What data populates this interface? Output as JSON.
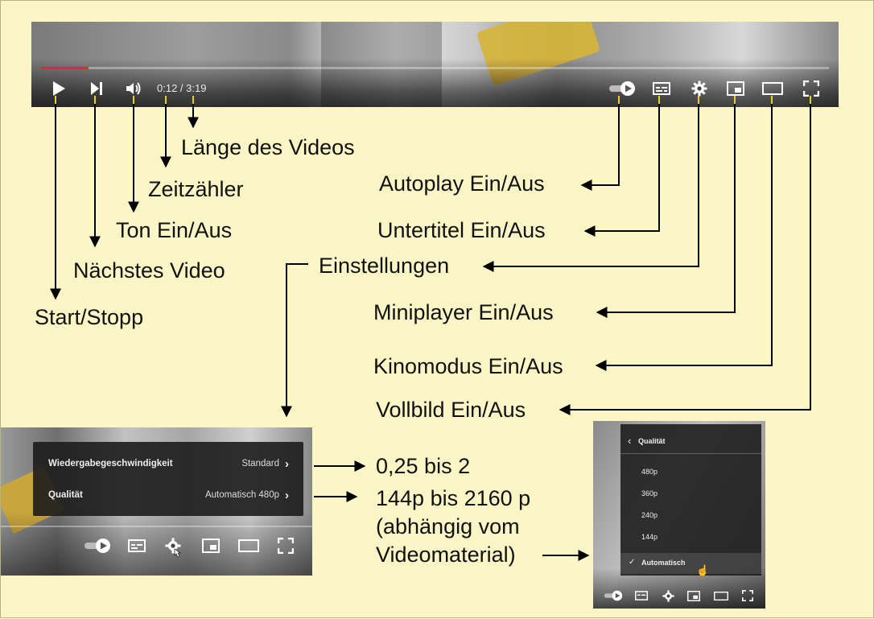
{
  "player": {
    "time_display": "0:12 / 3:19",
    "progress_fraction": 0.06,
    "progress_color": "#e32a22"
  },
  "labels": {
    "length": "Länge des Videos",
    "timer": "Zeitzähler",
    "sound": "Ton Ein/Aus",
    "next": "Nächstes Video",
    "play": "Start/Stopp",
    "autoplay": "Autoplay Ein/Aus",
    "subtitles": "Untertitel Ein/Aus",
    "settings": "Einstellungen",
    "miniplayer": "Miniplayer Ein/Aus",
    "theater": "Kinomodus Ein/Aus",
    "fullscreen": "Vollbild Ein/Aus",
    "speed_range": "0,25 bis 2",
    "quality_line1": "144p bis 2160 p",
    "quality_line2": "(abhängig vom",
    "quality_line3": "Videomaterial)"
  },
  "settings_menu": {
    "speed_label": "Wiedergabegeschwindigkeit",
    "speed_value": "Standard",
    "quality_label": "Qualität",
    "quality_value": "Automatisch 480p"
  },
  "quality_menu": {
    "header": "Qualität",
    "options": [
      "480p",
      "360p",
      "240p",
      "144p",
      "Automatisch"
    ],
    "selected": "Automatisch"
  },
  "icons": {
    "play": "play-icon",
    "next": "next-icon",
    "volume": "volume-icon",
    "autoplay": "autoplay-toggle-icon",
    "subtitles": "subtitles-icon",
    "settings": "gear-icon",
    "miniplayer": "miniplayer-icon",
    "theater": "theater-icon",
    "fullscreen": "fullscreen-icon"
  },
  "colors": {
    "background": "#fcf6c6",
    "arrow": "#000000",
    "tick": "#e8d020"
  }
}
